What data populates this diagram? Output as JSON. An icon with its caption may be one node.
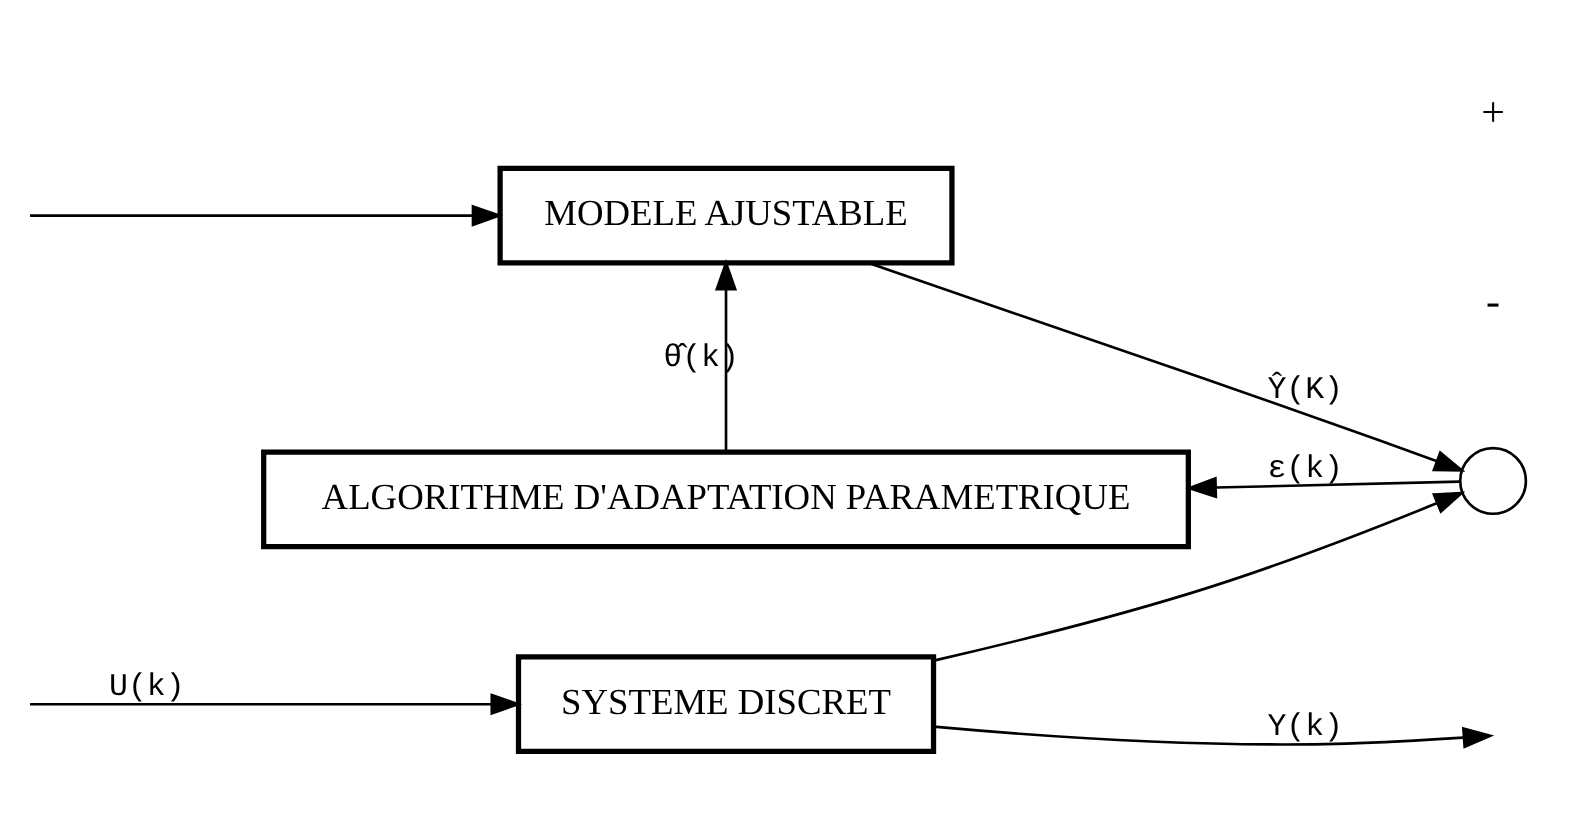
{
  "diagram": {
    "nodes": [
      {
        "text": [
          "SYSTEME DISCRET"
        ]
      },
      {
        "text": [
          "MODELE AJUSTABLE"
        ]
      },
      {
        "text": [],
        "shape": "circle"
      },
      {
        "text": [
          "ALGORITHME D'ADAPTATION PARAMETRIQUE"
        ]
      }
    ],
    "edges": [
      {
        "from": 0,
        "to": null,
        "arrow": "to",
        "label": "Y(k)"
      },
      {
        "from": null,
        "to": 1,
        "arrow": "to"
      },
      {
        "from": null,
        "to": 0,
        "arrow": "to",
        "label": "U(k)"
      },
      {
        "from": 0,
        "to": 2,
        "arrow": "to"
      },
      {
        "from": 1,
        "to": 2,
        "arrow": "to",
        "label": "Ŷ(K)"
      },
      {
        "from": 2,
        "to": 3,
        "arrow": "to",
        "label": "ε(k)"
      },
      {
        "from": 3,
        "to": 1,
        "arrow": "to",
        "label": "θ̂(k)"
      }
    ],
    "labels": [
      "-",
      "+"
    ]
  }
}
